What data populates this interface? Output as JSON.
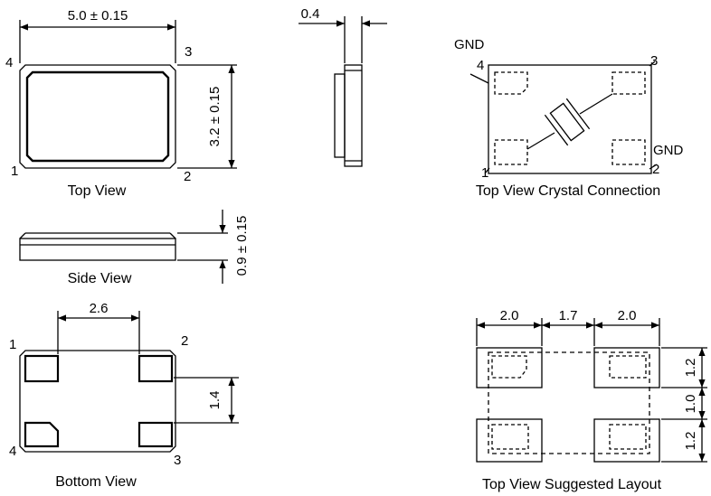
{
  "views": {
    "top": {
      "caption": "Top View",
      "width_dim": "5.0 ± 0.15",
      "height_dim": "3.2 ± 0.15",
      "pins": [
        "1",
        "2",
        "3",
        "4"
      ]
    },
    "side_thin": {
      "width_dim": "0.4"
    },
    "side": {
      "caption": "Side View",
      "height_dim": "0.9 ± 0.15"
    },
    "bottom": {
      "caption": "Bottom View",
      "pitch_dim": "2.6",
      "pad_dim": "1.4",
      "pins": [
        "1",
        "2",
        "3",
        "4"
      ]
    },
    "crystal": {
      "caption": "Top View Crystal Connection",
      "gnd_top": "GND",
      "gnd_right": "GND",
      "pins": [
        "1",
        "2",
        "3",
        "4"
      ]
    },
    "layout": {
      "caption": "Top View Suggested Layout",
      "dims_top": [
        "2.0",
        "1.7",
        "2.0"
      ],
      "dims_right": [
        "1.2",
        "1.0",
        "1.2"
      ]
    }
  },
  "colors": {
    "line": "#000000",
    "pad_fill": "#ffffff"
  }
}
